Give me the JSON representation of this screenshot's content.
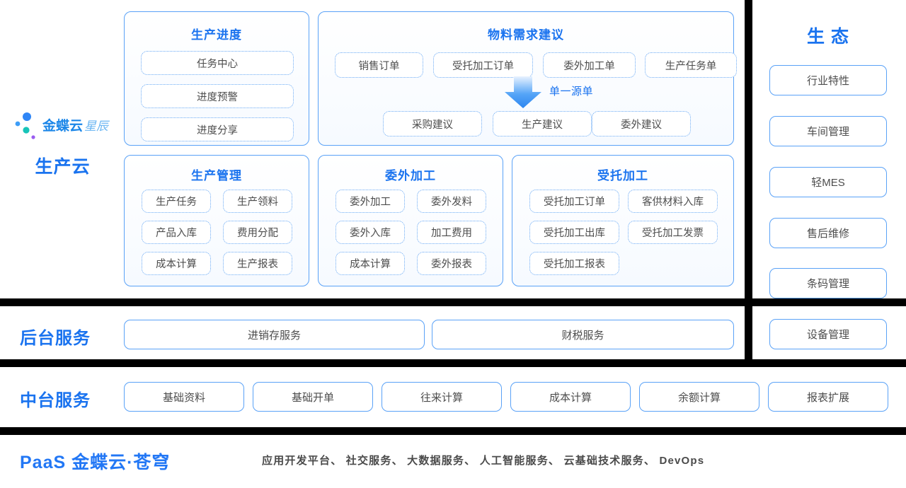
{
  "brand": {
    "logo_main": "金蝶云",
    "logo_sub": "星辰",
    "rail_label": "生产云"
  },
  "panels": {
    "production_progress": {
      "title": "生产进度",
      "items": [
        "任务中心",
        "进度预警",
        "进度分享"
      ]
    },
    "material_demand": {
      "title": "物料需求建议",
      "sources": [
        "销售订单",
        "受托加工订单",
        "委外加工单",
        "生产任务单"
      ],
      "arrow_label": "单一源单",
      "suggestions": [
        "采购建议",
        "生产建议",
        "委外建议"
      ]
    },
    "production_management": {
      "title": "生产管理",
      "items": [
        "生产任务",
        "生产领料",
        "产品入库",
        "费用分配",
        "成本计算",
        "生产报表"
      ]
    },
    "outsourced_processing": {
      "title": "委外加工",
      "items": [
        "委外加工",
        "委外发料",
        "委外入库",
        "加工费用",
        "成本计算",
        "委外报表"
      ]
    },
    "entrusted_processing": {
      "title": "受托加工",
      "items": [
        "受托加工订单",
        "客供材料入库",
        "受托加工出库",
        "受托加工发票",
        "受托加工报表"
      ]
    }
  },
  "ecosystem": {
    "title": "生 态",
    "items": [
      "行业特性",
      "车间管理",
      "轻MES",
      "售后维修",
      "条码管理",
      "设备管理"
    ]
  },
  "backend_services": {
    "label": "后台服务",
    "items": [
      "进销存服务",
      "财税服务"
    ]
  },
  "middle_services": {
    "label": "中台服务",
    "items": [
      "基础资料",
      "基础开单",
      "往来计算",
      "成本计算",
      "余额计算",
      "报表扩展"
    ]
  },
  "paas": {
    "title": "PaaS 金蝶云·苍穹",
    "description": "应用开发平台、 社交服务、 大数据服务、 人工智能服务、 云基础技术服务、 DevOps"
  },
  "colors": {
    "accent": "#1a73ef",
    "border": "#5aa2f7",
    "dotted": "#6aaaf5",
    "text": "#4d4d4d",
    "bar": "#000000"
  }
}
